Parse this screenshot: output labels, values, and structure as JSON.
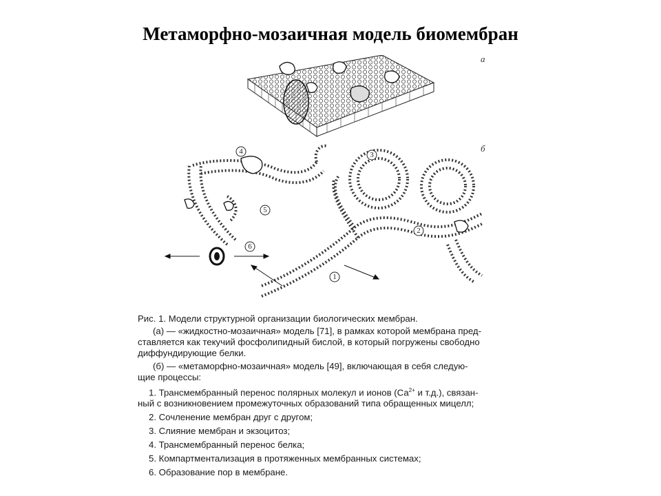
{
  "slide": {
    "title": "Метаморфно-мозаичная модель биомембран"
  },
  "figure": {
    "panel_a_letter": "а",
    "panel_b_letter": "б",
    "markers": [
      "1",
      "2",
      "3",
      "4",
      "5",
      "6"
    ]
  },
  "caption": {
    "title": "Рис. 1. Модели структурной организации биологических мембран.",
    "part_a_line1": "(а) — «жидкостно-мозаичная» модель [71], в рамках которой мембрана пред-",
    "part_a_line2": "ставляется как текучий фосфолипидный бислой, в который погружены свободно",
    "part_a_line3": "диффундирующие белки.",
    "part_b_line1": "(б) — «метаморфно-мозаичная» модель [49], включающая в себя следую-",
    "part_b_line2": "щие процессы:",
    "process_1_line1_pre": "1. Трансмембранный перенос полярных молекул и ионов (Са",
    "process_1_sup": "2+",
    "process_1_line1_post": " и т.д.), связан-",
    "process_1_line2": "ный с возникновением промежуточных образований типа обращенных мицелл;",
    "processes": [
      "2. Сочленение мембран друг с другом;",
      "3. Слияние мембран и экзоцитоз;",
      "4. Трансмембранный перенос белка;",
      "5. Компартментализация в протяженных мембранных системах;",
      "6. Образование пор в мембране."
    ]
  }
}
